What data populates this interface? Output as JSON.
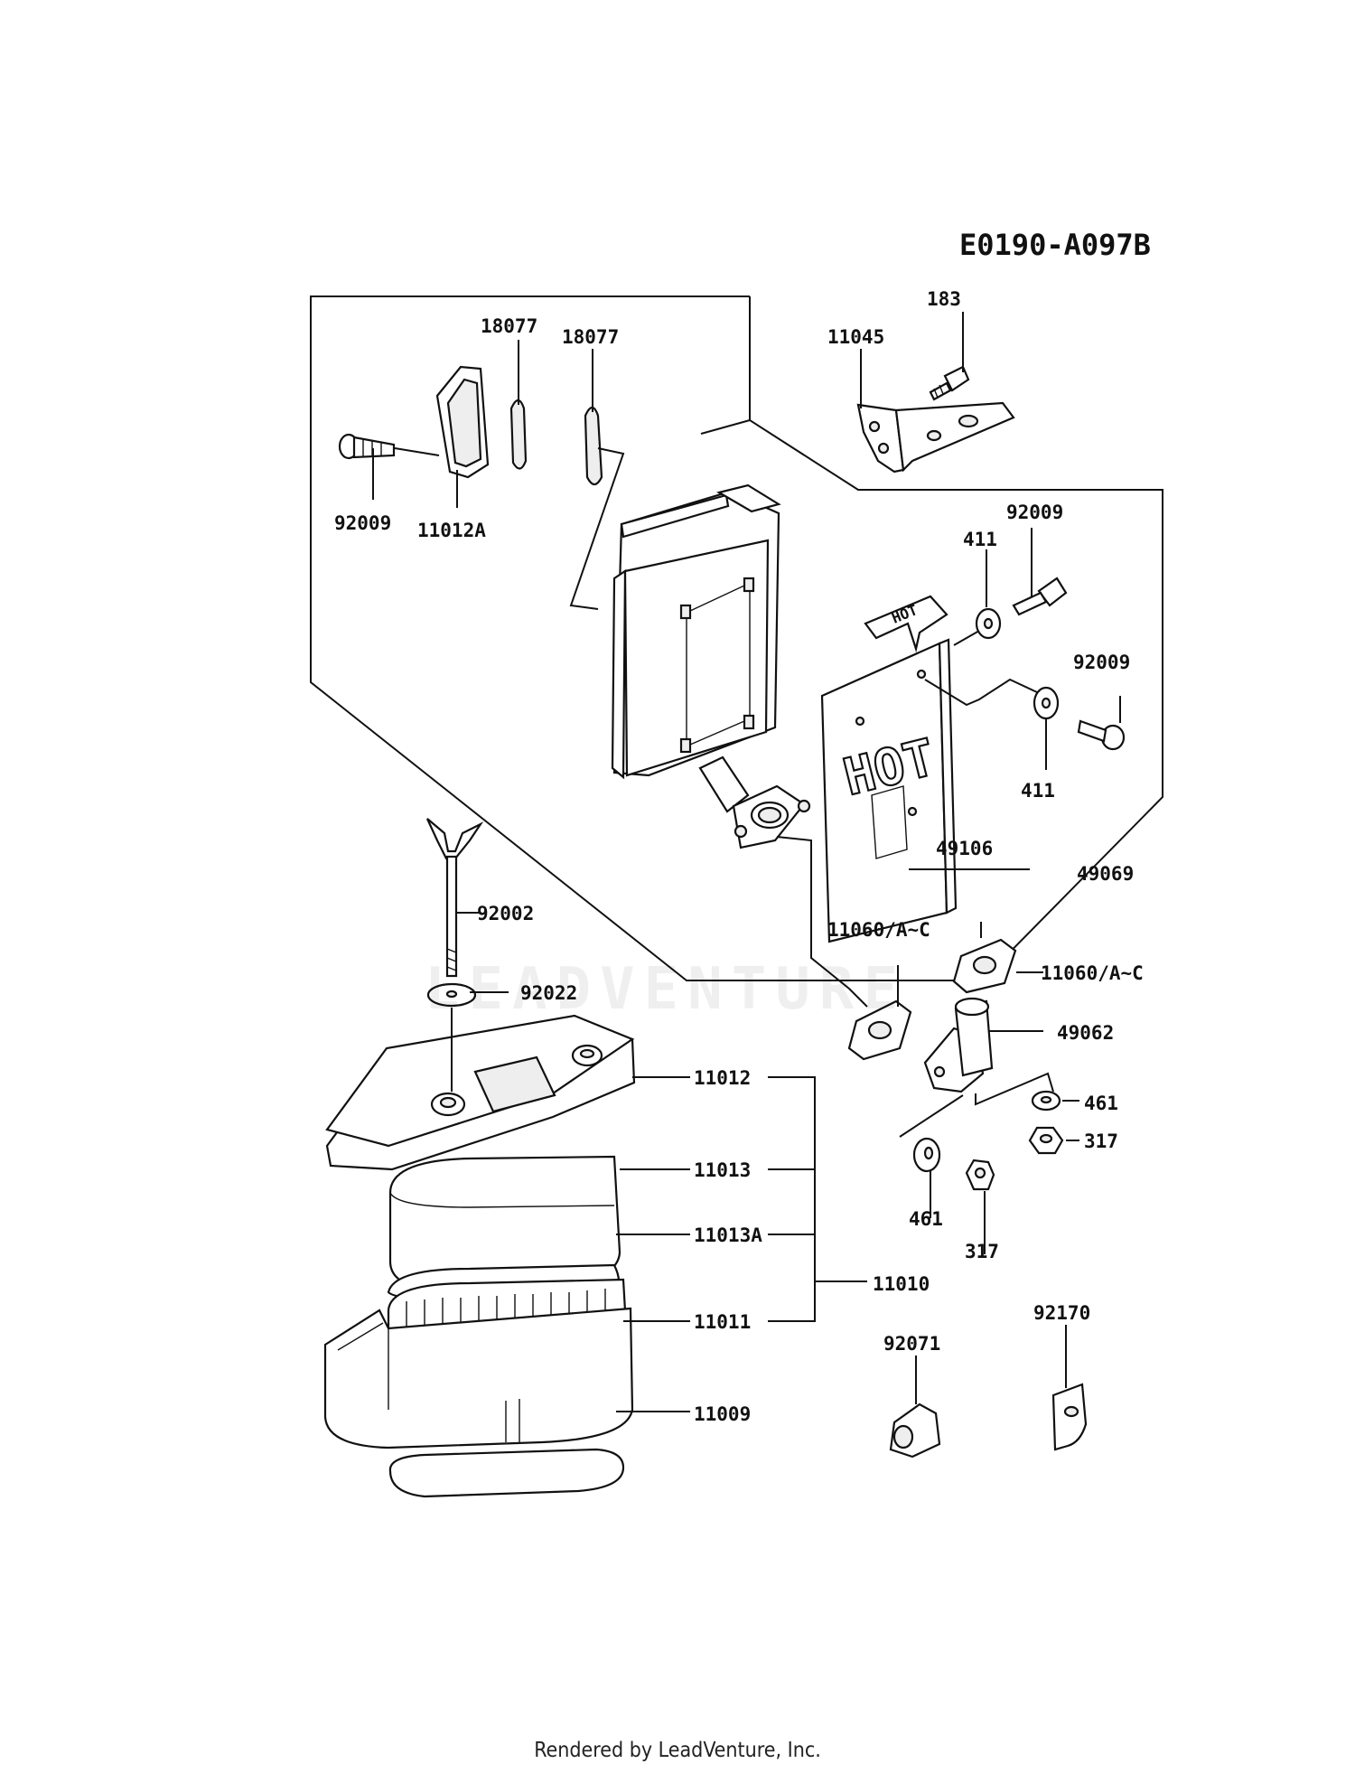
{
  "diagram_code": "E0190-A097B",
  "watermark": "LEADVENTURE",
  "footer": "Rendered by LeadVenture, Inc.",
  "hot_decal_small": "HOT",
  "hot_decal_large": "HOT",
  "labels": {
    "p183": "183",
    "p11045": "11045",
    "p18077_a": "18077",
    "p18077_b": "18077",
    "p92009_left": "92009",
    "p11012A": "11012A",
    "p92009_r1": "92009",
    "p411_top": "411",
    "p92009_r2": "92009",
    "p411_bottom": "411",
    "p49106": "49106",
    "p49069": "49069",
    "p92002": "92002",
    "p92022": "92022",
    "p11060_a": "11060/A~C",
    "p11060_b": "11060/A~C",
    "p49062": "49062",
    "p461_right": "461",
    "p317_right": "317",
    "p461_left": "461",
    "p317_left": "317",
    "p11012": "11012",
    "p11013": "11013",
    "p11013A": "11013A",
    "p11010": "11010",
    "p11011": "11011",
    "p11009": "11009",
    "p92071": "92071",
    "p92170": "92170"
  }
}
